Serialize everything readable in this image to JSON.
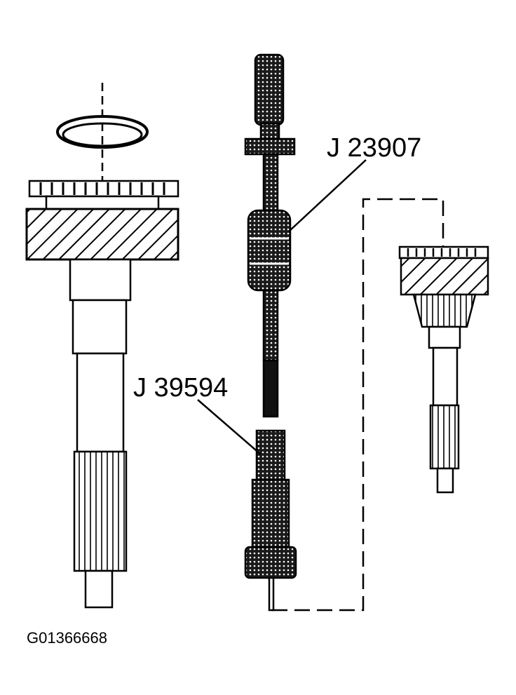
{
  "labels": {
    "tool_slide_hammer": "J 23907",
    "tool_puller": "J 39594",
    "figure_id": "G01366668"
  },
  "colors": {
    "ink": "#000000",
    "background": "#ffffff"
  }
}
